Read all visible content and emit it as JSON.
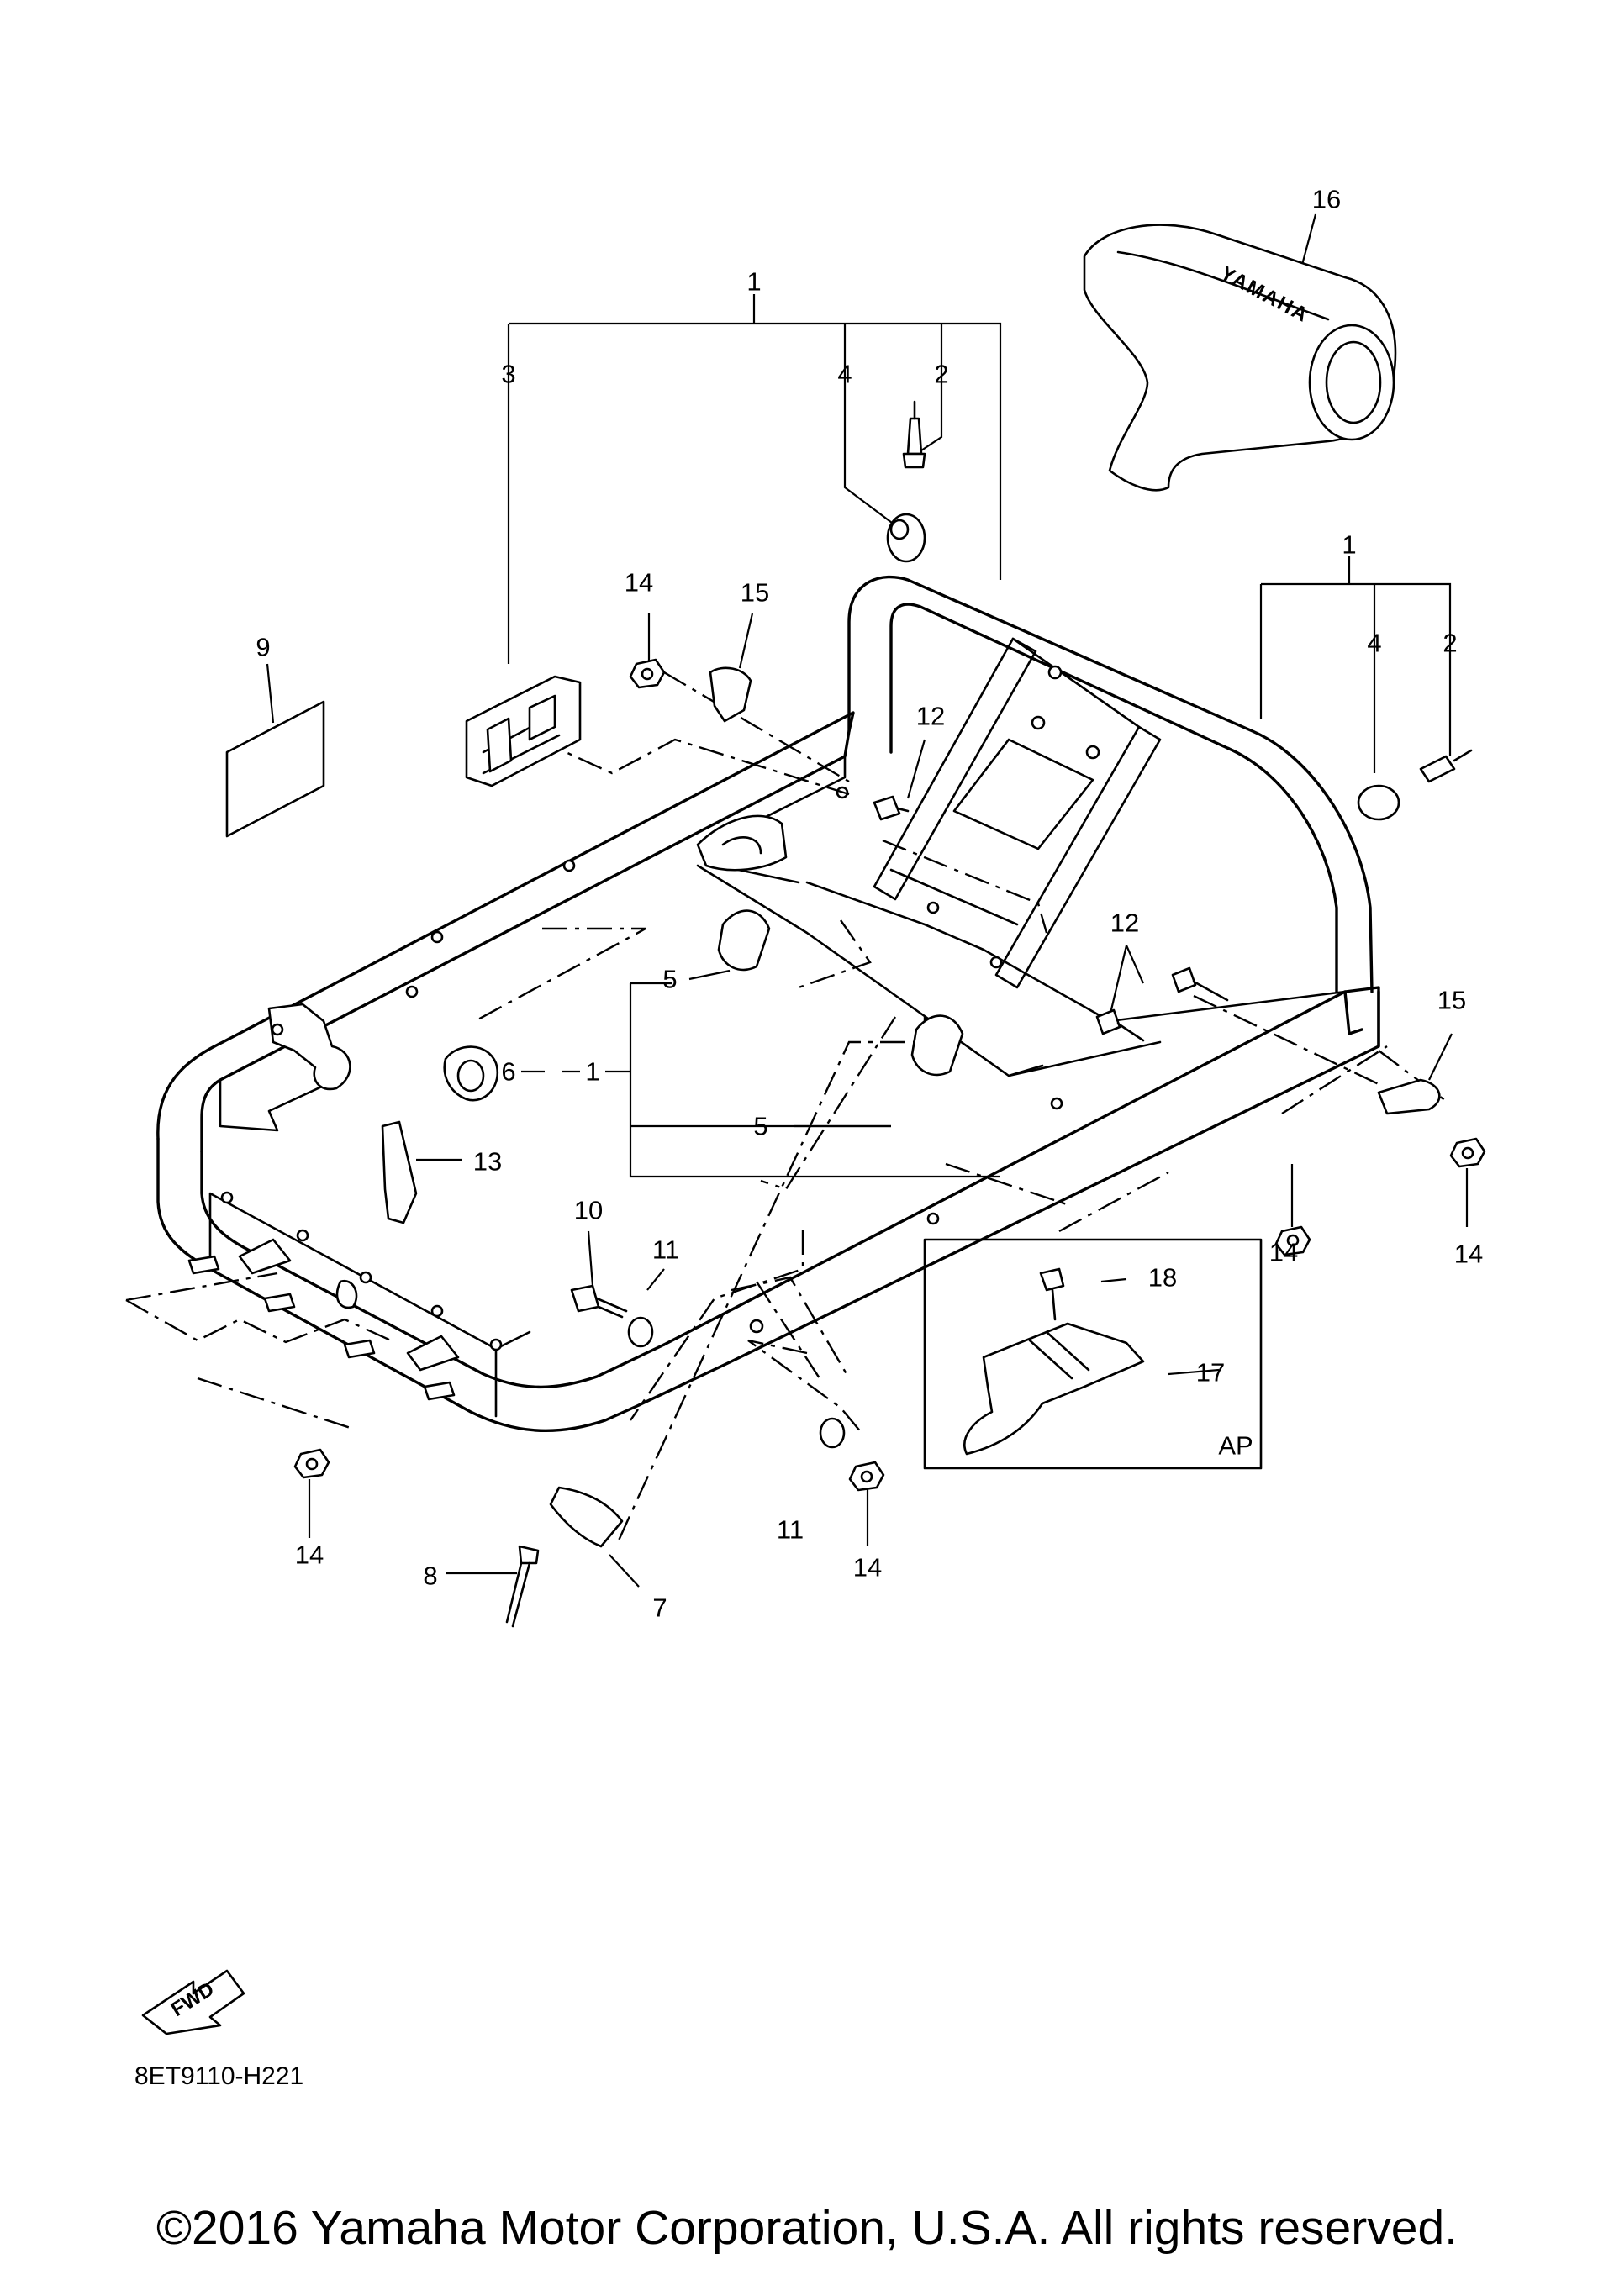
{
  "diagram_code": "8ET9110-H221",
  "copyright": "©2016 Yamaha Motor Corporation, U.S.A. All rights reserved.",
  "fwd_label": "FWD",
  "brand_logo": "YAMAHA",
  "inset_label": "AP",
  "callouts": {
    "c1_top": "1",
    "c2_top": "2",
    "c3_top": "3",
    "c4_top": "4",
    "c1_right": "1",
    "c4_right": "4",
    "c2_right": "2",
    "c5_upper": "5",
    "c5_lower": "5",
    "c6": "6",
    "c1_mid": "1",
    "c7": "7",
    "c8": "8",
    "c9": "9",
    "c10": "10",
    "c11_upper": "11",
    "c11_lower": "11",
    "c12_left": "12",
    "c12_right": "12",
    "c13": "13",
    "c14_a": "14",
    "c14_b": "14",
    "c14_c": "14",
    "c14_d": "14",
    "c14_e": "14",
    "c15_left": "15",
    "c15_right": "15",
    "c16": "16",
    "c17": "17",
    "c18": "18"
  }
}
